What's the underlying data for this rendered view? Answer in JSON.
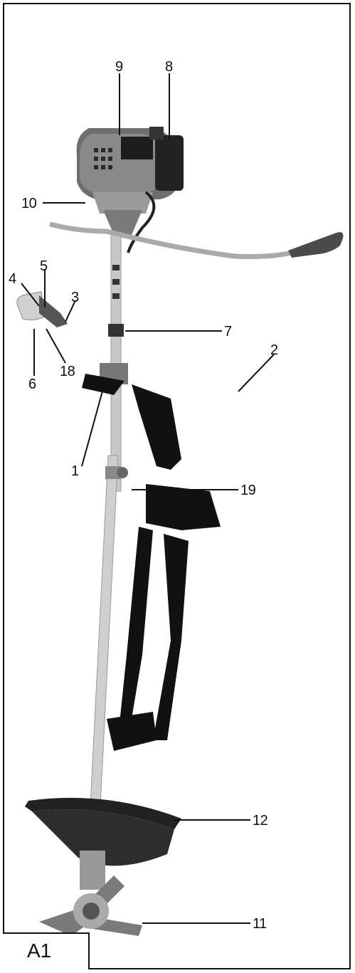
{
  "figure": {
    "label": "A1",
    "callouts": [
      {
        "id": "1",
        "text": "1"
      },
      {
        "id": "2",
        "text": "2"
      },
      {
        "id": "3",
        "text": "3"
      },
      {
        "id": "4",
        "text": "4"
      },
      {
        "id": "5",
        "text": "5"
      },
      {
        "id": "6",
        "text": "6"
      },
      {
        "id": "7",
        "text": "7"
      },
      {
        "id": "8",
        "text": "8"
      },
      {
        "id": "9",
        "text": "9"
      },
      {
        "id": "10",
        "text": "10"
      },
      {
        "id": "11",
        "text": "11"
      },
      {
        "id": "12",
        "text": "12"
      },
      {
        "id": "18",
        "text": "18"
      },
      {
        "id": "19",
        "text": "19"
      }
    ]
  }
}
